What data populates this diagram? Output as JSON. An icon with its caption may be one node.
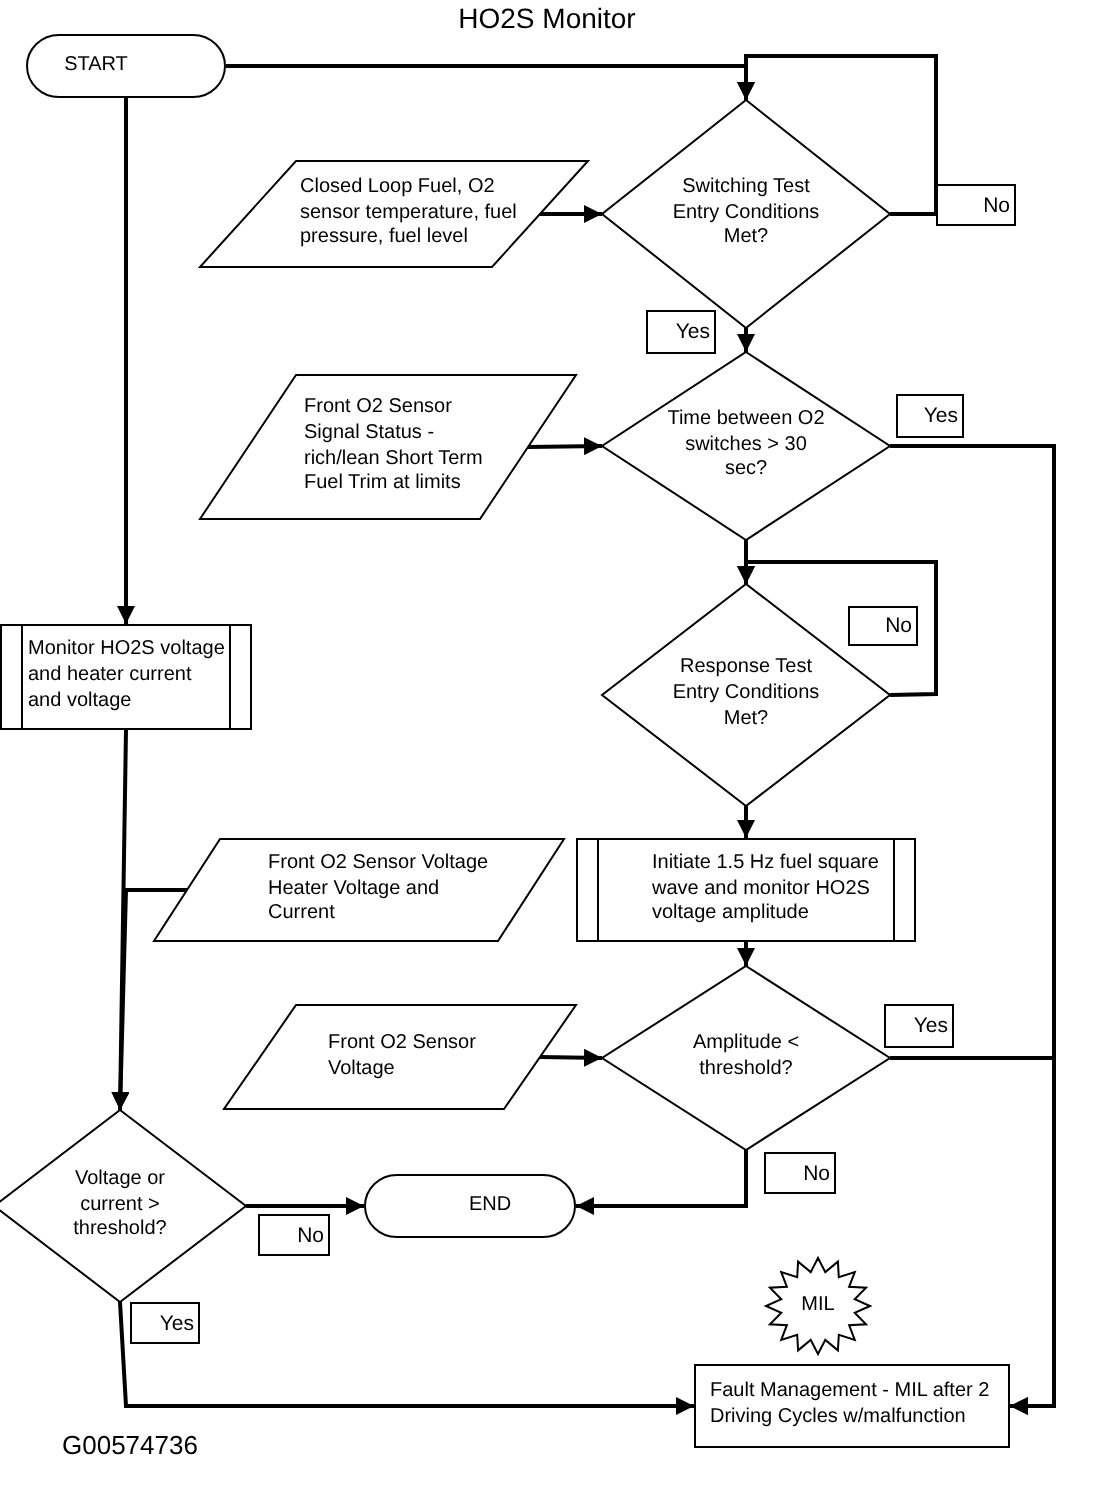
{
  "diagram": {
    "title": "HO2S Monitor",
    "nodes": [
      {
        "text": [
          "START"
        ]
      },
      {
        "text": [
          "Closed Loop Fuel, O2 sensor temperature, fuel pressure, fuel level"
        ]
      },
      {
        "text": [
          "Switching Test Entry Conditions Met?"
        ]
      },
      {
        "text": [
          "Front O2 Sensor Signal Status - rich/lean Short Term Fuel Trim at limits"
        ]
      },
      {
        "text": [
          "Time between O2 switches > 30 sec?"
        ]
      },
      {
        "text": [
          "Monitor HO2S voltage and heater current and voltage"
        ]
      },
      {
        "text": [
          "Response Test Entry Conditions Met?"
        ]
      },
      {
        "text": [
          "Front O2 Sensor Voltage Heater Voltage and Current"
        ]
      },
      {
        "text": [
          "Initiate 1.5 Hz fuel square wave and monitor HO2S voltage amplitude"
        ]
      },
      {
        "text": [
          "Front O2 Sensor Voltage"
        ]
      },
      {
        "text": [
          "Amplitude < threshold?"
        ]
      },
      {
        "text": [
          "Voltage or current > threshold?"
        ]
      },
      {
        "text": [
          "END"
        ]
      },
      {
        "text": [
          "MIL"
        ]
      },
      {
        "text": [
          "Fault Management - MIL after 2 Driving Cycles w/malfunction"
        ]
      }
    ],
    "edges": [
      {
        "from": 0,
        "to": 2,
        "arrow": "to"
      },
      {
        "from": 0,
        "to": 5,
        "arrow": "to"
      },
      {
        "from": 1,
        "to": 2,
        "arrow": "to"
      },
      {
        "from": 2,
        "to": 2,
        "arrow": "to",
        "label": "No"
      },
      {
        "from": 2,
        "to": 4,
        "arrow": "to",
        "label": "Yes"
      },
      {
        "from": 3,
        "to": 4,
        "arrow": "to"
      },
      {
        "from": 4,
        "to": 14,
        "arrow": "to",
        "label": "Yes"
      },
      {
        "from": 4,
        "to": 6,
        "arrow": "to"
      },
      {
        "from": 6,
        "to": 6,
        "arrow": "to",
        "label": "No"
      },
      {
        "from": 6,
        "to": 8,
        "arrow": "to"
      },
      {
        "from": 5,
        "to": 11,
        "arrow": "to"
      },
      {
        "from": 7,
        "to": 11,
        "arrow": "to"
      },
      {
        "from": 8,
        "to": 10,
        "arrow": "to"
      },
      {
        "from": 9,
        "to": 10,
        "arrow": "to"
      },
      {
        "from": 10,
        "to": 14,
        "arrow": "to",
        "label": "Yes"
      },
      {
        "from": 10,
        "to": 12,
        "arrow": "to",
        "label": "No"
      },
      {
        "from": 11,
        "to": 12,
        "arrow": "to",
        "label": "No"
      },
      {
        "from": 11,
        "to": 14,
        "arrow": "to",
        "label": "Yes"
      }
    ],
    "labels": [
      "G00574736"
    ]
  }
}
